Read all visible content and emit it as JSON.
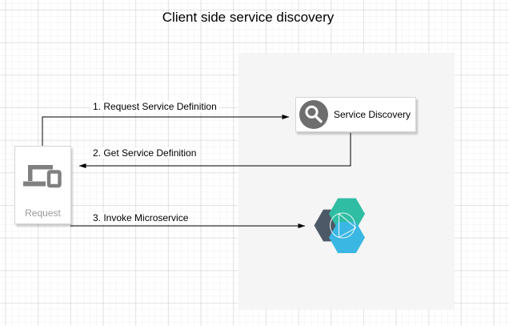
{
  "title": "Client side service discovery",
  "nodes": {
    "client": {
      "label": "Request",
      "icon": "laptop-tablet-icon"
    },
    "service_discovery": {
      "label": "Service Discovery",
      "icon": "magnifier-icon"
    },
    "microservice": {
      "icon": "hexagon-cluster-icon"
    }
  },
  "arrows": [
    {
      "label": "1. Request Service Definition"
    },
    {
      "label": "2. Get Service Definition"
    },
    {
      "label": "3. Invoke Microservice"
    }
  ],
  "colors": {
    "hex_dark": "#4d5966",
    "hex_teal": "#2fbda3",
    "hex_blue": "#3ab7e3",
    "client_icon_gray": "#808080",
    "sd_circle_gray": "#6e6e6e",
    "panel_bg": "#f5f5f5",
    "arrow_line": "#000000"
  }
}
